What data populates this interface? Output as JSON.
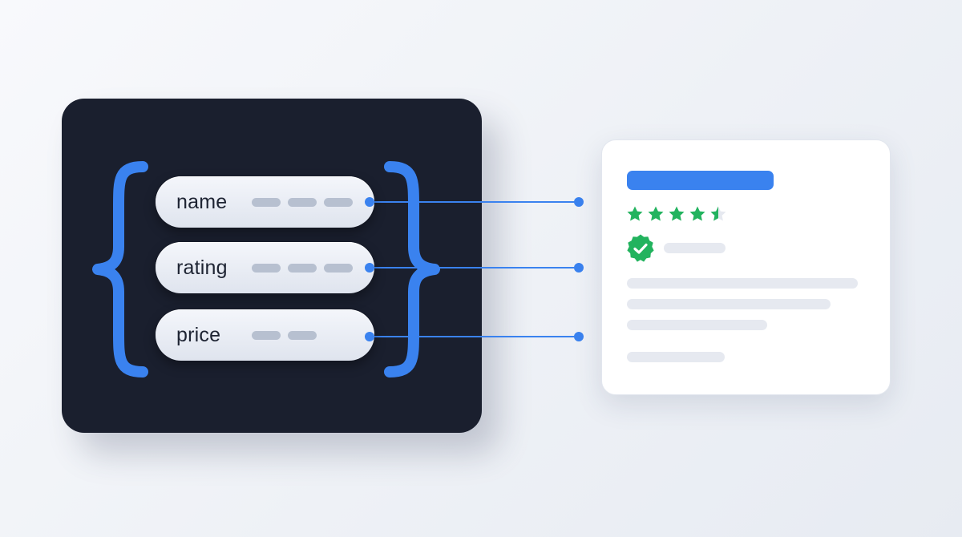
{
  "fields": [
    {
      "label": "name",
      "dash_count": 3
    },
    {
      "label": "rating",
      "dash_count": 3
    },
    {
      "label": "price",
      "dash_count": 2
    }
  ],
  "colors": {
    "panel_background": "#1a1f2e",
    "accent_blue": "#3a82ef",
    "star_green": "#22b35e",
    "badge_green": "#22b35e",
    "placeholder_gray": "#e6e9f0"
  },
  "card": {
    "rating": {
      "filled_stars": 4,
      "max_stars": 5,
      "value": 4.5
    },
    "icons": [
      "star-icon",
      "verified-badge-icon"
    ]
  }
}
